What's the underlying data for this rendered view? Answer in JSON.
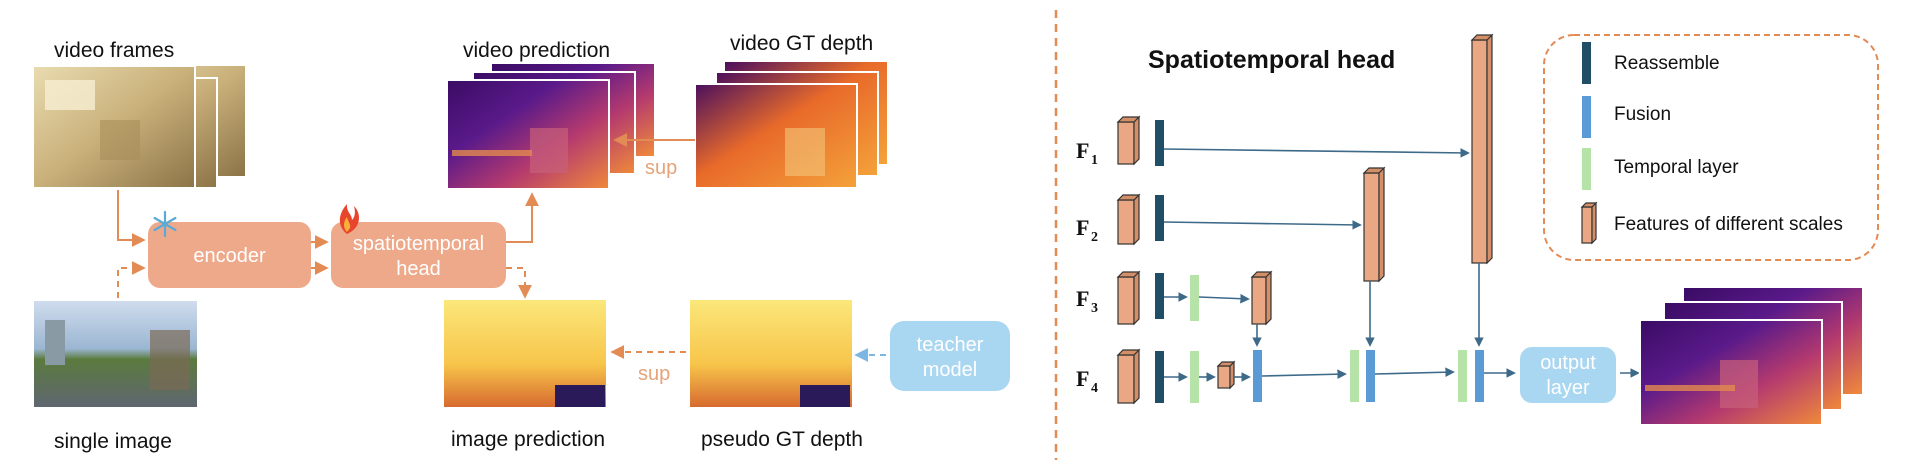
{
  "left_panel": {
    "labels": {
      "video_frames": "video frames",
      "single_image": "single image",
      "video_prediction": "video prediction",
      "video_gt_depth": "video GT depth",
      "image_prediction": "image prediction",
      "pseudo_gt_depth": "pseudo GT depth",
      "sup_top": "sup",
      "sup_bottom": "sup"
    },
    "boxes": {
      "encoder": "encoder",
      "spatiotemporal_line1": "spatiotemporal",
      "spatiotemporal_line2": "head",
      "teacher_line1": "teacher",
      "teacher_line2": "model"
    },
    "icons": {
      "frozen": "snowflake-icon",
      "trainable": "flame-icon"
    }
  },
  "right_panel": {
    "title": "Spatiotemporal head",
    "features": [
      {
        "letter": "F",
        "sub": "1"
      },
      {
        "letter": "F",
        "sub": "2"
      },
      {
        "letter": "F",
        "sub": "3"
      },
      {
        "letter": "F",
        "sub": "4"
      }
    ],
    "output_line1": "output",
    "output_line2": "layer",
    "legend": [
      {
        "label": "Reassemble",
        "color": "#1f4e66"
      },
      {
        "label": "Fusion",
        "color": "#5b9bd5"
      },
      {
        "label": "Temporal layer",
        "color": "#b5e3a8"
      },
      {
        "label": "Features of different scales",
        "color": "#e9a883"
      }
    ]
  },
  "colors": {
    "orange_box": "#eda98a",
    "orange_arrow": "#e38b55",
    "teacher_box": "#a9d6f1",
    "teacher_arrow": "#7cb7e3",
    "feature": "#e9a883",
    "reassemble": "#1f4e66",
    "fusion": "#5b9bd5",
    "temporal": "#b5e3a8",
    "head_arrow": "#3e6a8a",
    "divider": "#e38b55"
  }
}
